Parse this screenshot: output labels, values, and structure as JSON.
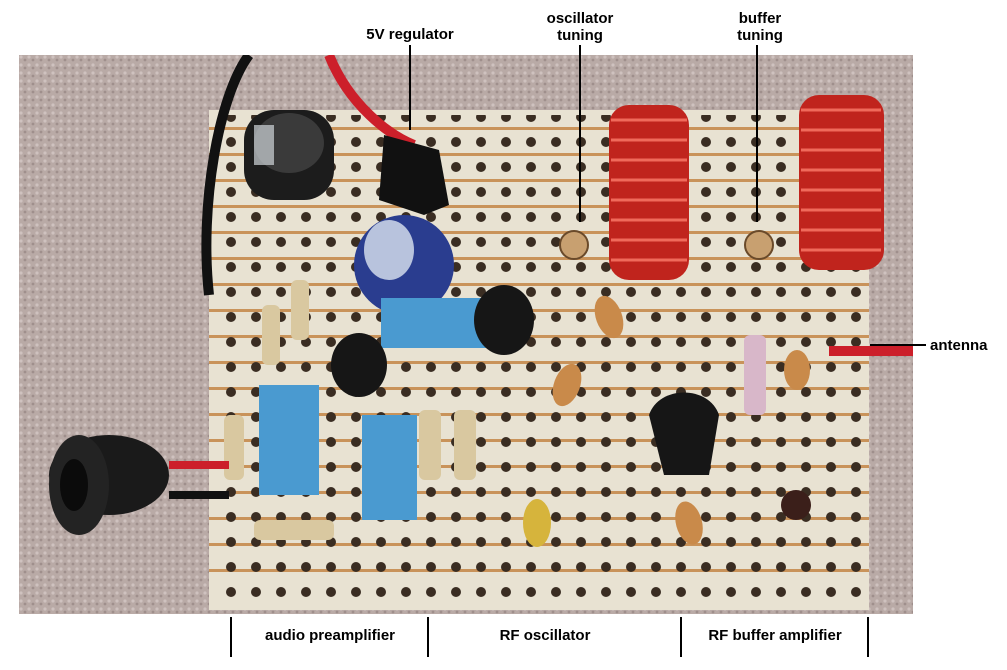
{
  "labels": {
    "regulator": "5V regulator",
    "osc_tuning_1": "oscillator",
    "osc_tuning_2": "tuning",
    "buf_tuning_1": "buffer",
    "buf_tuning_2": "tuning",
    "antenna": "antenna"
  },
  "sections": {
    "audio": "audio preamplifier",
    "oscillator": "RF oscillator",
    "buffer": "RF buffer amplifier"
  },
  "colors": {
    "carpet": "#b9aaa6",
    "board": "#e8e2d2",
    "copper": "#c9935a",
    "coil": "#d0221c",
    "resistor": "#d9c8a0",
    "capacitor_blue": "#4a9ad0",
    "ceramic": "#c98a4a",
    "transistor": "#1c1c1c",
    "wire_red": "#cc1f2a"
  }
}
